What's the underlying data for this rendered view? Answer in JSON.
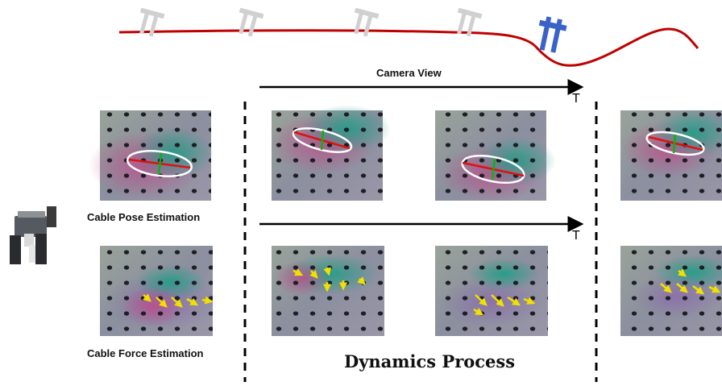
{
  "labels": {
    "camera_view": "Camera View",
    "time_symbol_top": "T",
    "time_symbol_bottom": "T",
    "pose": "Cable Pose Estimation",
    "force": "Cable Force Estimation",
    "dynamics": "Dynamics Process"
  },
  "colors": {
    "cable": "#c00000",
    "ghost_gripper": "#d0d0d0",
    "active_gripper": "#3a63c8",
    "pose_axis_major": "#e01010",
    "pose_axis_minor": "#10b010",
    "pose_ellipse": "#ffffff",
    "force_arrow": "#f2e000",
    "panel_bg": "#8a8f9a",
    "dashed_line": "#000000"
  },
  "icons": [
    "gripper-icon",
    "gripper-sensor-photo"
  ]
}
